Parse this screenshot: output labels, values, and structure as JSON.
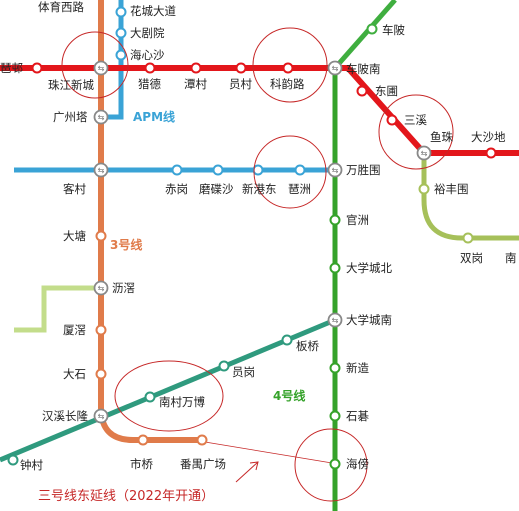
{
  "colors": {
    "line_red": "#e3161b",
    "line_blue": "#3aa3d6",
    "line_3": "#e07b4a",
    "line_4": "#35a22a",
    "line_teal": "#2f9a7e",
    "line_lightgreen": "#c3dd8b",
    "line_olive": "#a6c05a",
    "line_green_topright": "#3fae3f",
    "circle": "#c62828",
    "note": "#c62828"
  },
  "lines": {
    "apm": "APM线",
    "line3": "3号线",
    "line4": "4号线"
  },
  "stations": {
    "tiyu_xilu": "体育西路",
    "huacheng_dadao": "花城大道",
    "dajuyuan": "大剧院",
    "haixinsha": "海心沙",
    "pazhou_left": "琶邨",
    "zhujiang_xincheng": "珠江新城",
    "liede": "猎德",
    "tancun": "潭村",
    "yuancun": "员村",
    "keyunlu": "科韵路",
    "chepi": "车陂",
    "chepi_nan": "车陂南",
    "dongpu": "东圃",
    "sanxi": "三溪",
    "yuzhu": "鱼珠",
    "dashadi": "大沙地",
    "guangzhouta": "广州塔",
    "yufengwei": "裕丰围",
    "kecun": "客村",
    "chigang": "赤岗",
    "modiesha": "磨碟沙",
    "xingangdong": "新港东",
    "pazhou": "琶洲",
    "wanshengwei": "万胜围",
    "guanzhou": "官洲",
    "shuanggang": "双岗",
    "nan": "南",
    "datang": "大塘",
    "daxuecheng_bei": "大学城北",
    "lijiao": "沥滘",
    "xiajiao": "厦滘",
    "daxuecheng_nan": "大学城南",
    "banqiao": "板桥",
    "dashi": "大石",
    "yuangang": "员岗",
    "xinzao": "新造",
    "nancun_wanbo": "南村万博",
    "hanxi_changlong": "汉溪长隆",
    "shibi": "石碁",
    "zhongcun": "钟村",
    "shiqiao": "市桥",
    "panyu_guangchang": "番禺广场",
    "haibang": "海傍"
  },
  "annotation": "三号线东延线（2022年开通）"
}
